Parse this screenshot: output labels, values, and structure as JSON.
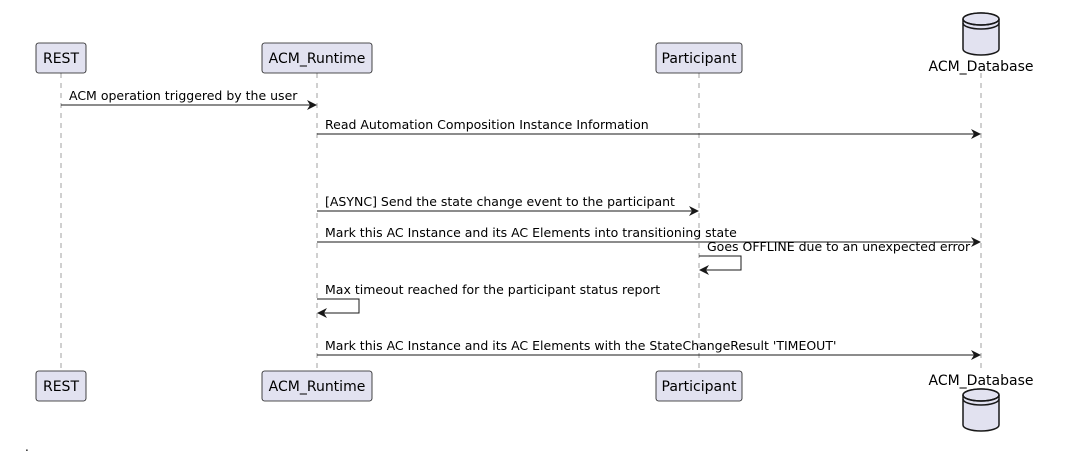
{
  "participants": [
    {
      "id": "rest",
      "name": "REST",
      "kind": "box"
    },
    {
      "id": "runtime",
      "name": "ACM_Runtime",
      "kind": "box"
    },
    {
      "id": "participant",
      "name": "Participant",
      "kind": "box"
    },
    {
      "id": "database",
      "name": "ACM_Database",
      "kind": "database"
    }
  ],
  "messages": [
    {
      "from": "rest",
      "to": "runtime",
      "text": "ACM operation triggered by the user"
    },
    {
      "from": "runtime",
      "to": "database",
      "text": "Read Automation Composition Instance Information"
    },
    {
      "from": "runtime",
      "to": "participant",
      "text": "[ASYNC] Send the state change event to the participant"
    },
    {
      "from": "runtime",
      "to": "database",
      "text": "Mark this AC Instance and its AC Elements into transitioning state"
    },
    {
      "from": "participant",
      "to": "participant",
      "text": "Goes OFFLINE due to an unexpected error"
    },
    {
      "from": "runtime",
      "to": "runtime",
      "text": "Max timeout reached for the participant status report"
    },
    {
      "from": "runtime",
      "to": "database",
      "text": "Mark this AC Instance and its AC Elements with the StateChangeResult 'TIMEOUT'"
    }
  ],
  "footer_mark": ".",
  "colors": {
    "participant_fill": "#e2e2f0",
    "participant_border": "#181818",
    "lifeline": "#a0a0a0",
    "arrow": "#181818"
  }
}
